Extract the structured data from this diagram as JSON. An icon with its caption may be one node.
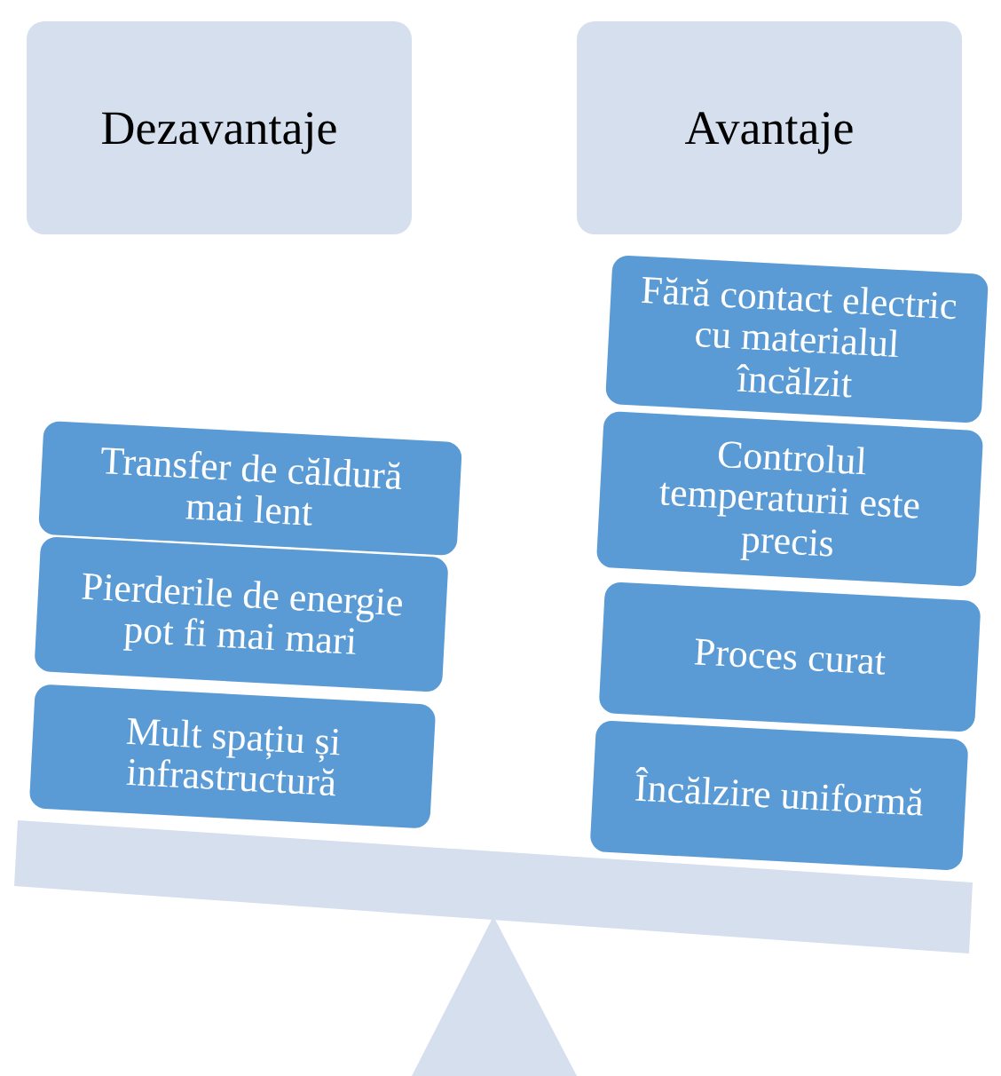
{
  "diagram": {
    "nodes": [
      {
        "text": [
          "Dezavantaje"
        ]
      },
      {
        "text": [
          "Avantaje"
        ]
      },
      {
        "text": [
          "Transfer de căldură mai lent"
        ]
      },
      {
        "text": [
          "Pierderile de energie pot fi mai mari"
        ]
      },
      {
        "text": [
          "Mult spațiu și infrastructură"
        ]
      },
      {
        "text": [
          "Fără contact electric cu materialul încălzit"
        ]
      },
      {
        "text": [
          "Controlul temperaturii este precis"
        ]
      },
      {
        "text": [
          "Proces curat"
        ]
      },
      {
        "text": [
          "Încălzire uniformă"
        ]
      }
    ]
  }
}
